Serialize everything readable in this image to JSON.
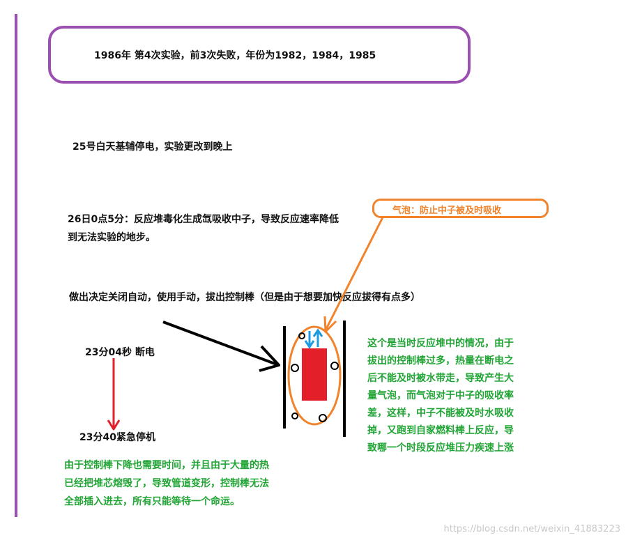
{
  "header": {
    "text": "1986年 第4次实验，前3次失败，年份为1982，1984，1985"
  },
  "notes": {
    "power_outage": "25号白天基辅停电，实验更改到晚上",
    "poisoning": "26日0点5分：反应堆毒化生成氙吸收中子，导致反应速率降低到无法实验的地步。",
    "decision": "做出决定关闭自动，使用手动，拔出控制棒（但是由于想要加快反应拔得有点多）",
    "t1": "23分04秒 断电",
    "t2": "23分40紧急停机",
    "rod_delay": "由于控制棒下降也需要时间，并且由于大量的热已经把堆芯熔毁了，导致管道变形，控制棒无法全部插入进去，所有只能等待一个命运。",
    "reactor_state": "这个是当时反应堆中的情况，由于拔出的控制棒过多，热量在断电之后不能及时被水带走，导致产生大量气泡，而气泡对于中子的吸收率差，这样，中子不能被及时水吸收掉，又跑到自家燃料棒上反应，导致哪一个时段反应堆压力疾速上涨"
  },
  "callout": {
    "bubble": "气泡：防止中子被及时吸收"
  },
  "colors": {
    "purple": "#9b4fb0",
    "orange": "#f0832b",
    "green": "#22a536",
    "red": "#e3202a",
    "blue": "#1e9be0"
  },
  "watermark": "https://blog.csdn.net/weixin_41883223"
}
